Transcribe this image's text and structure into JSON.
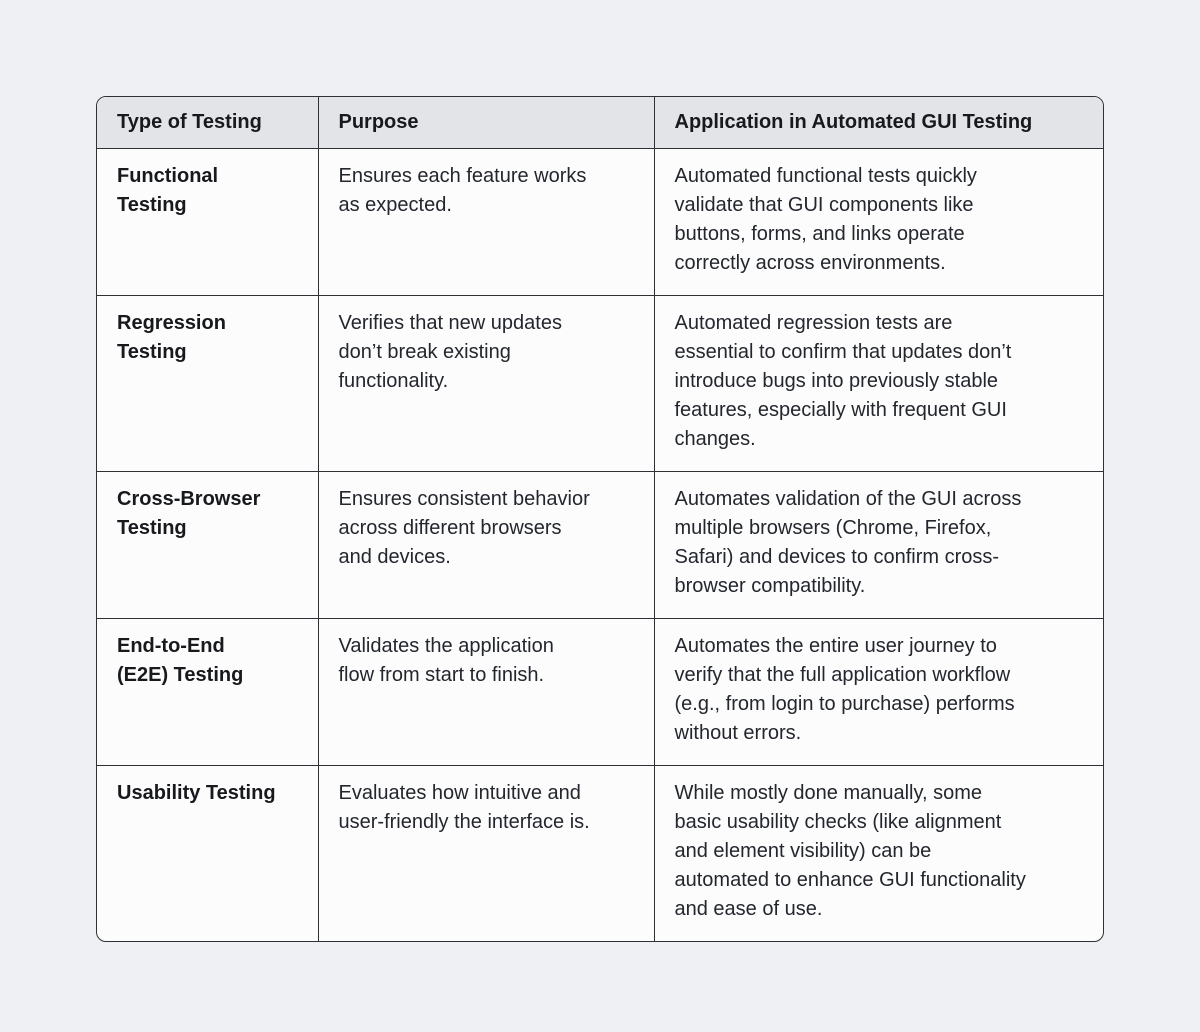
{
  "colors": {
    "page_bg": "#eef0f3",
    "card_bg": "#fcfcfd",
    "header_bg": "#e2e4e8",
    "border": "#2e3136",
    "heading_text": "#17191d",
    "body_text": "#23272d"
  },
  "table": {
    "columns": [
      "Type of Testing",
      "Purpose",
      "Application in Automated GUI Testing"
    ],
    "rows": [
      {
        "type": "Functional\nTesting",
        "purpose": "Ensures each feature works\nas expected.",
        "application": "Automated functional tests quickly\nvalidate that GUI components like\nbuttons, forms, and links operate\ncorrectly across environments."
      },
      {
        "type": "Regression\nTesting",
        "purpose": "Verifies that new updates\ndon’t break existing\nfunctionality.",
        "application": "Automated regression tests are\nessential to confirm that updates don’t\nintroduce bugs into previously stable\nfeatures, especially with frequent GUI\nchanges."
      },
      {
        "type": "Cross-Browser\nTesting",
        "purpose": "Ensures consistent behavior\nacross different browsers\nand devices.",
        "application": "Automates validation of the GUI across\nmultiple browsers (Chrome, Firefox,\nSafari) and devices to confirm cross-\nbrowser compatibility."
      },
      {
        "type": "End-to-End\n(E2E) Testing",
        "purpose": "Validates the application\nflow from start to finish.",
        "application": "Automates the entire user journey to\nverify that the full application workflow\n(e.g., from login to purchase) performs\nwithout errors."
      },
      {
        "type": "Usability Testing",
        "purpose": "Evaluates how intuitive and\nuser-friendly the interface is.",
        "application": "While mostly done manually, some\nbasic usability checks (like alignment\nand element visibility) can be\nautomated to enhance GUI functionality\nand ease of use."
      }
    ]
  }
}
